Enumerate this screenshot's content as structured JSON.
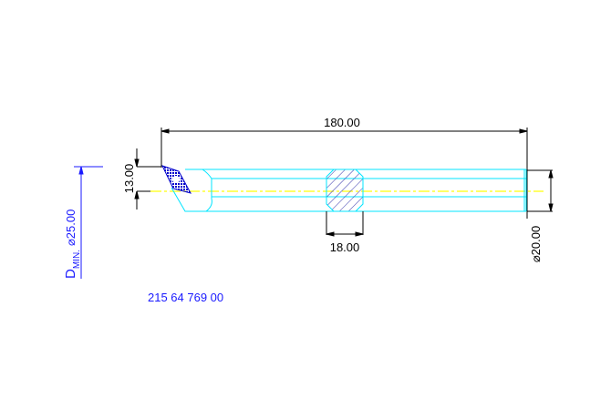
{
  "dimensions": {
    "length": "180.00",
    "height": "13.00",
    "neck": "18.00",
    "shank_diameter": "⌀20.00",
    "min_bore_label": "D",
    "min_bore_subscript": "MIN.",
    "min_bore_value": "⌀25.00"
  },
  "part_number": "215 64 769 00",
  "colors": {
    "outline": "#00e5ff",
    "centerline": "#ffff33",
    "dimension": "#000000",
    "annotation": "#1a1aff",
    "insert": "#0000cc"
  }
}
